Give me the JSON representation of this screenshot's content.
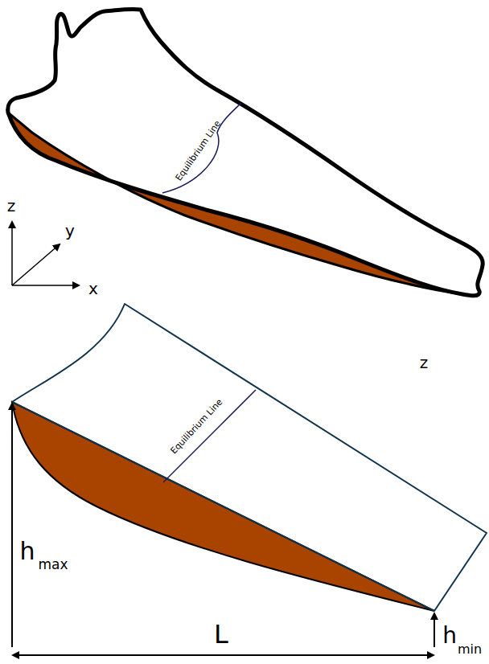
{
  "diagram": {
    "labels": [
      "Equilibrium Line",
      "z",
      "y",
      "x",
      "Equilibrium Line",
      "z",
      "h",
      "max",
      "L",
      "h",
      "min"
    ]
  }
}
